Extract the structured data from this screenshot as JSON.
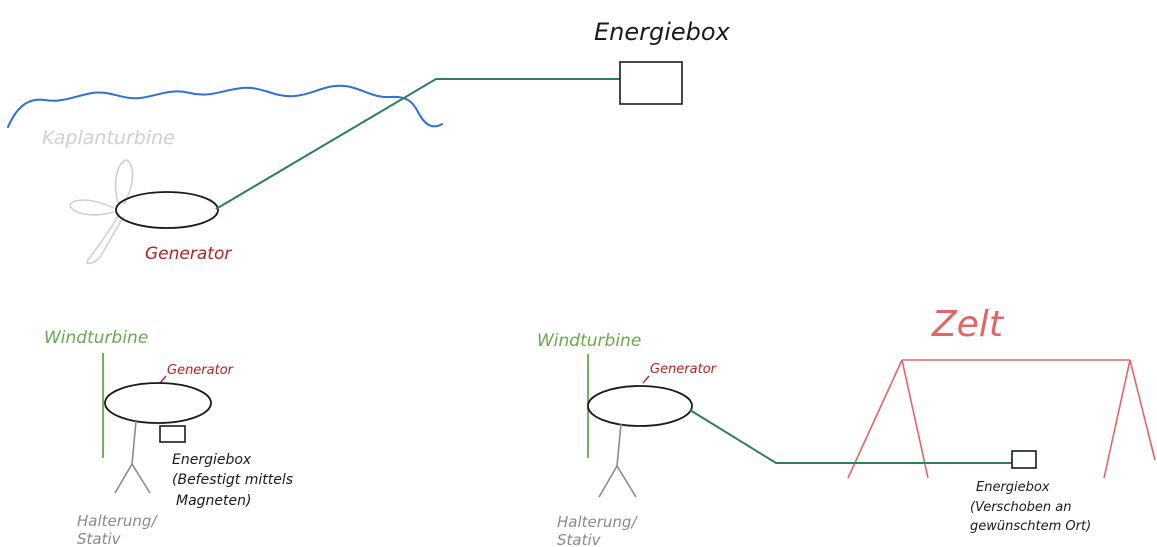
{
  "colors": {
    "water": "#2f6fd6",
    "cable": "#2e7d5b",
    "turbine_faded": "#d0d0d0",
    "generator_label": "#b22222",
    "wind_label": "#6aa84f",
    "tent": "#e06666",
    "ink": "#1a1a1a",
    "stand": "#8a8a8a"
  },
  "top_scene": {
    "energiebox_title": "Energiebox",
    "kaplan_label": "Kaplanturbine",
    "generator_label": "Generator"
  },
  "left_scene": {
    "wind_label": "Windturbine",
    "generator_label": "Generator",
    "box_label_line1": "Energiebox",
    "box_label_line2": "(Befestigt mittels",
    "box_label_line3": "Magneten)",
    "stand_label_line1": "Halterung/",
    "stand_label_line2": "Stativ"
  },
  "right_scene": {
    "wind_label": "Windturbine",
    "generator_label": "Generator",
    "tent_label": "Zelt",
    "box_label_line1": "Energiebox",
    "box_label_line2": "(Verschoben an",
    "box_label_line3": "gewünschtem Ort)",
    "stand_label_line1": "Halterung/",
    "stand_label_line2": "Stativ"
  }
}
